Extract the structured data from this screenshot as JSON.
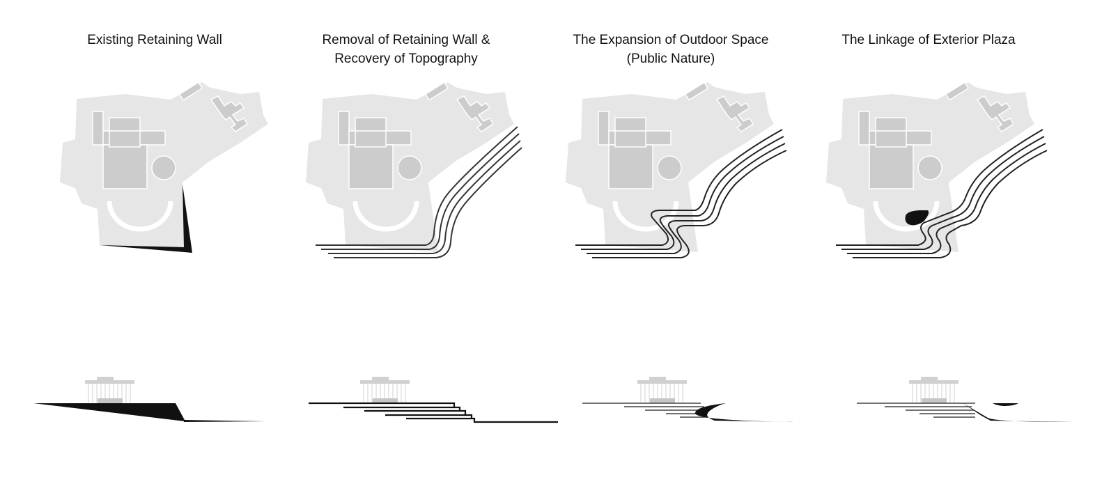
{
  "panels": [
    {
      "id": "existing",
      "title_line1": "Existing Retaining Wall",
      "title_line2": ""
    },
    {
      "id": "removal",
      "title_line1": "Removal of Retaining Wall &",
      "title_line2": "Recovery of Topography"
    },
    {
      "id": "expansion",
      "title_line1": "The Expansion of Outdoor Space",
      "title_line2": "(Public Nature)"
    },
    {
      "id": "linkage",
      "title_line1": "The Linkage of Exterior Plaza",
      "title_line2": ""
    }
  ],
  "colors": {
    "site": "#e6e6e6",
    "building": "#cccccc",
    "building_outline": "#ffffff",
    "terrain": "#111111",
    "section_building": "#d0d0d0"
  }
}
